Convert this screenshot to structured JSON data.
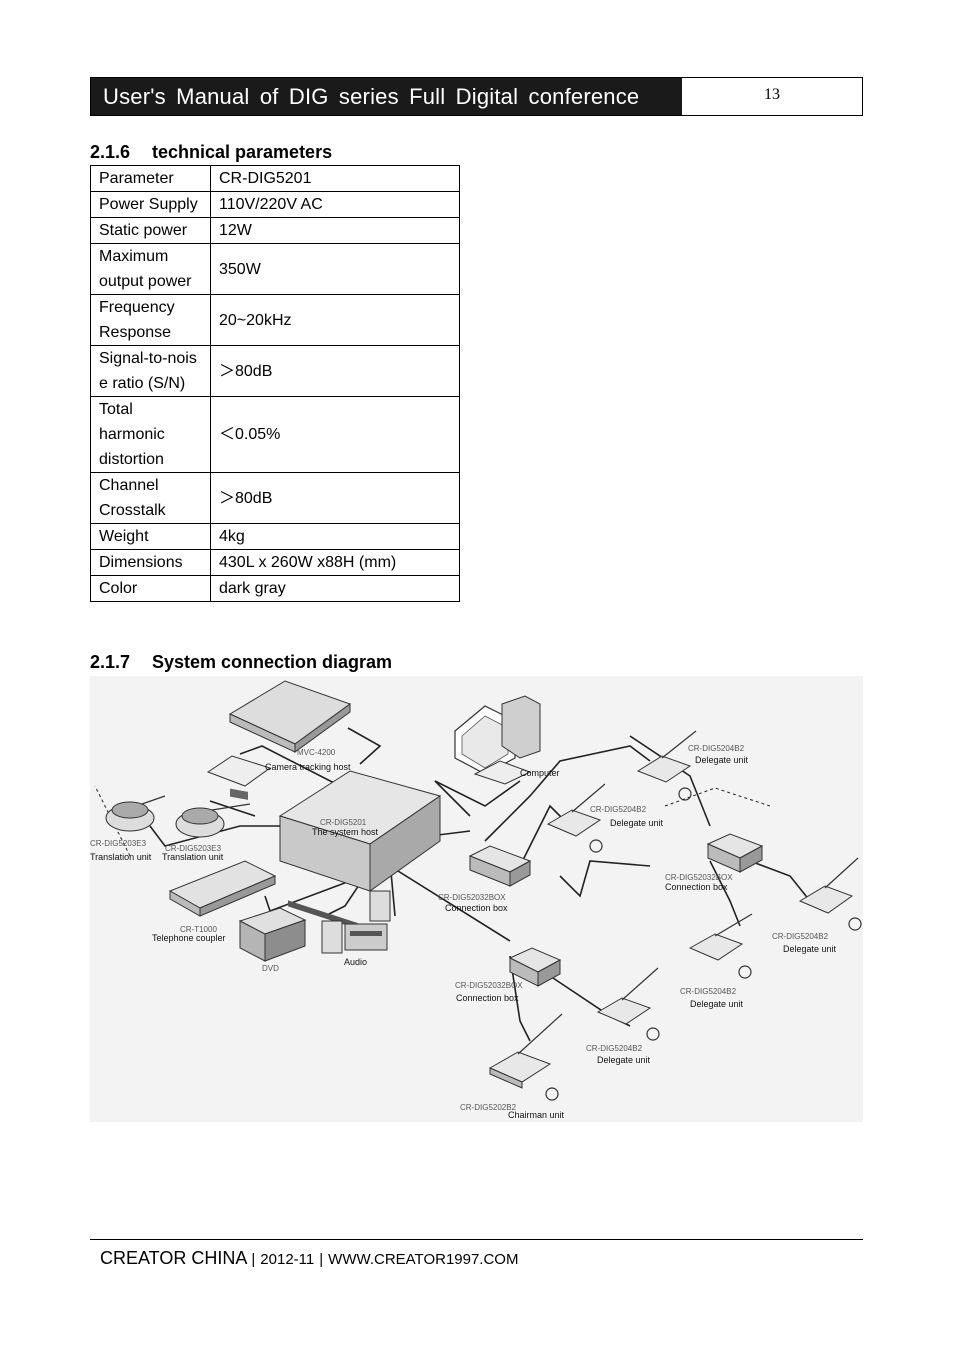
{
  "header": {
    "title": "User's Manual of DIG series Full Digital conference",
    "page_number": "13"
  },
  "section_params": {
    "number": "2.1.6",
    "title": "technical parameters"
  },
  "params_table": {
    "rows": [
      [
        "Parameter",
        "CR-DIG5201"
      ],
      [
        "Power Supply",
        "110V/220V AC"
      ],
      [
        "Static power",
        "12W"
      ],
      [
        "Maximum output power",
        "350W"
      ],
      [
        "Frequency Response",
        "20~20kHz"
      ],
      [
        "Signal-to-noise ratio (S/N)",
        "＞80dB"
      ],
      [
        "Total harmonic distortion",
        "＜0.05%"
      ],
      [
        "Channel Crosstalk",
        "＞80dB"
      ],
      [
        "Weight",
        "4kg"
      ],
      [
        "Dimensions",
        "430L x 260W x88H (mm)"
      ],
      [
        "Color",
        "dark gray"
      ]
    ]
  },
  "section_diagram": {
    "number": "2.1.7",
    "title": "System connection diagram"
  },
  "diagram": {
    "labels": {
      "mvc_model": "MVC-4200",
      "camera": "Camera tracking host",
      "computer": "Computer",
      "host_model": "CR-DIG5201",
      "host": "The system host",
      "trans_model": "CR-DIG5203E3",
      "trans": "Translation unit",
      "tel_model": "CR-T1000",
      "tel": "Telephone coupler",
      "dvd": "DVD",
      "audio": "Audio",
      "box_model": "CR-DIG52032BOX",
      "box": "Connection box",
      "delegate_model": "CR-DIG5204B2",
      "delegate": "Delegate unit",
      "chairman_model": "CR-DIG5202B2",
      "chairman": "Chairman unit"
    }
  },
  "footer": {
    "company": "CREATOR CHINA",
    "sep1": "|",
    "date": "2012-11",
    "sep2": "|",
    "website": "WWW.CREATOR1997.COM"
  }
}
